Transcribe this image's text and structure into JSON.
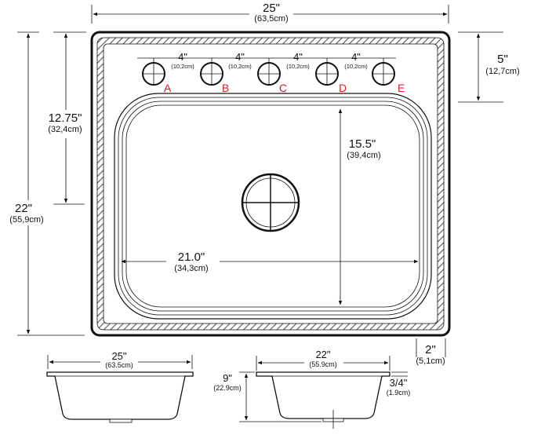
{
  "top_view": {
    "width": {
      "in": "25\"",
      "cm": "(63,5cm)"
    },
    "height": {
      "in": "22\"",
      "cm": "(55,9cm)"
    },
    "drain_offset": {
      "in": "12.75\"",
      "cm": "(32,4cm)"
    },
    "deck_depth": {
      "in": "5\"",
      "cm": "(12,7cm)"
    },
    "bowl_length": {
      "in": "15.5\"",
      "cm": "(39,4cm)"
    },
    "bowl_width": {
      "in": "21.0\"",
      "cm": "(34,3cm)"
    },
    "bowl_rim": {
      "in": "2\"",
      "cm": "(5,1cm)"
    },
    "hole_spacing": [
      {
        "in": "4\"",
        "cm": "(10,2cm)"
      },
      {
        "in": "4\"",
        "cm": "(10,2cm)"
      },
      {
        "in": "4\"",
        "cm": "(10,2cm)"
      },
      {
        "in": "4\"",
        "cm": "(10,2cm)"
      }
    ],
    "holes": [
      "A",
      "B",
      "C",
      "D",
      "E"
    ]
  },
  "front_view": {
    "width": {
      "in": "25\"",
      "cm": "(63.5cm)"
    }
  },
  "side_view": {
    "width": {
      "in": "22\"",
      "cm": "(55.9cm)"
    },
    "depth": {
      "in": "9\"",
      "cm": "(22.9cm)"
    },
    "lip": {
      "in": "3/4\"",
      "cm": "(1.9cm)"
    }
  },
  "colors": {
    "line": "#111111",
    "hole_label": "#d42020",
    "hatch": "#555555"
  }
}
